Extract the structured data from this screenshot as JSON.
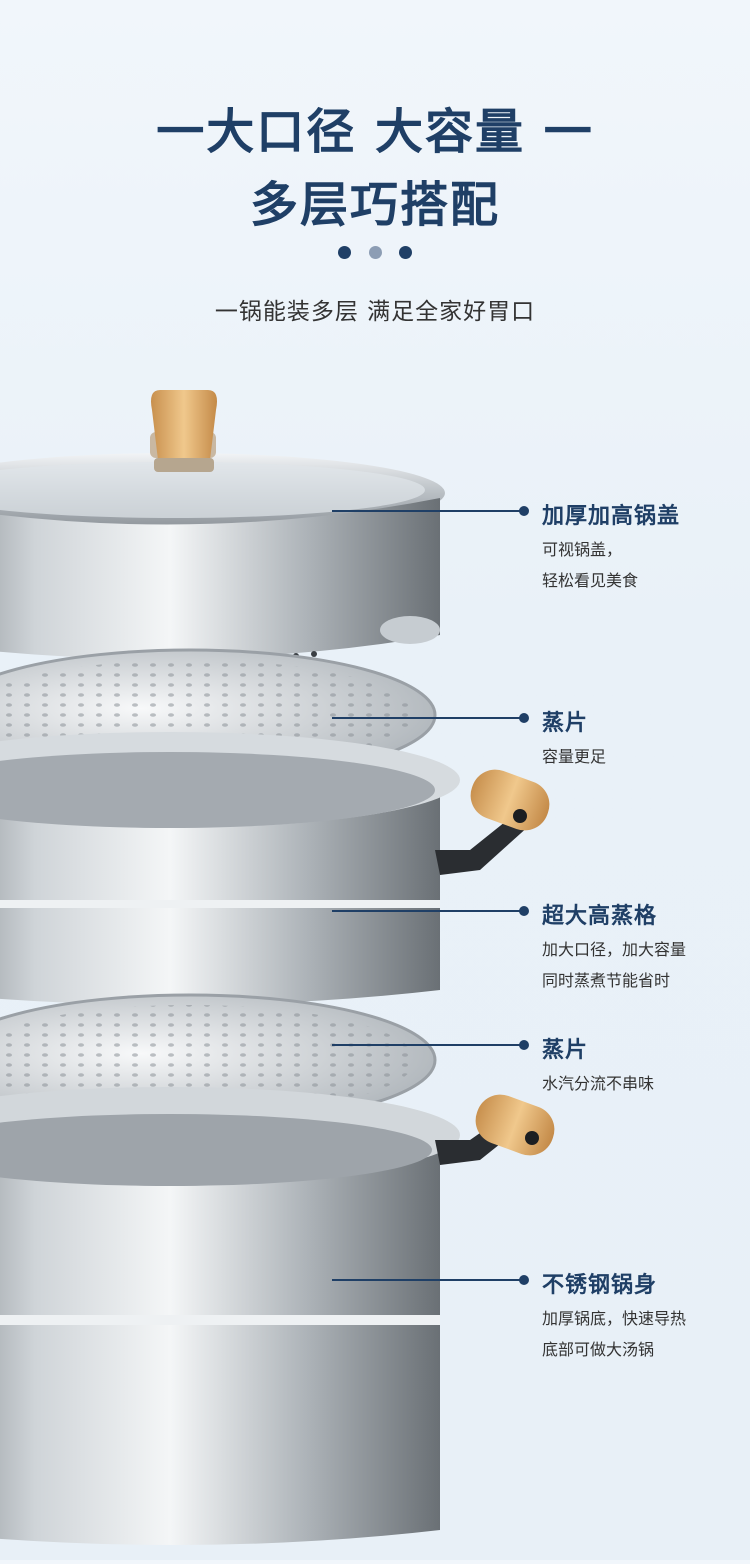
{
  "header": {
    "line1": "一大口径  大容量 一",
    "line2": "多层巧搭配",
    "subtitle": "一锅能装多层  满足全家好胃口"
  },
  "colors": {
    "accent": "#1f3f66",
    "dot_light": "#8c9db4",
    "steel_light": "#e8ebee",
    "steel_dark": "#7c8288",
    "wood": "#d9a869"
  },
  "callouts": [
    {
      "title": "加厚加高锅盖",
      "desc": [
        "可视锅盖，",
        "轻松看见美食"
      ]
    },
    {
      "title": "蒸片",
      "desc": [
        "容量更足"
      ]
    },
    {
      "title": "超大高蒸格",
      "desc": [
        "加大口径，加大容量",
        "同时蒸煮节能省时"
      ]
    },
    {
      "title": "蒸片",
      "desc": [
        "水汽分流不串味"
      ]
    },
    {
      "title": "不锈钢锅身",
      "desc": [
        "加厚锅底，快速导热",
        "底部可做大汤锅"
      ]
    }
  ]
}
